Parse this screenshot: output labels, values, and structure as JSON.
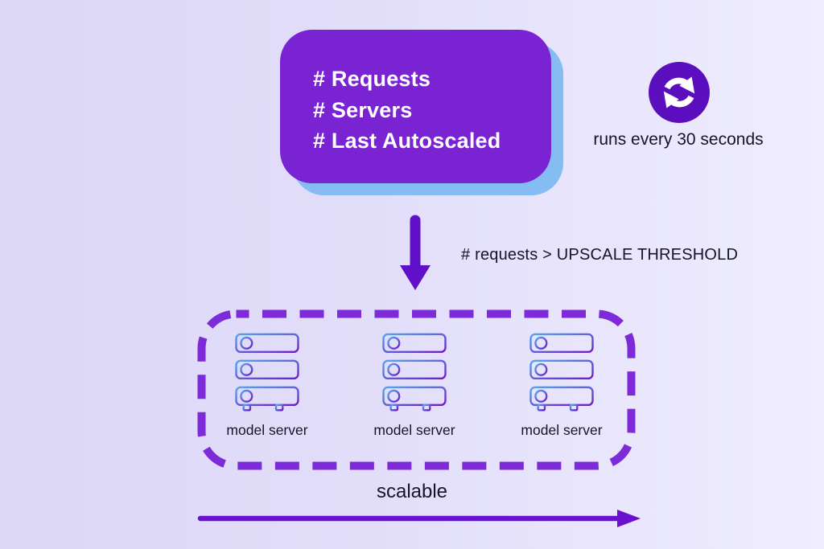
{
  "metrics_box": {
    "lines": [
      "# Requests",
      "# Servers",
      "# Last Autoscaled"
    ],
    "bg_color": "#7a23d3",
    "shadow_color": "#85bdf2",
    "text_color": "#ffffff"
  },
  "scheduler": {
    "icon": "refresh-icon",
    "icon_bg_color": "#5b0ebe",
    "label": "runs every 30 seconds"
  },
  "flow": {
    "icon": "down-arrow-icon",
    "arrow_color": "#5f10c8",
    "condition_label": "# requests > UPSCALE THRESHOLD"
  },
  "server_pool": {
    "border_color": "#7d2bd8",
    "icon": "server-stack-icon",
    "icon_gradient": [
      "#55a5ee",
      "#6e1ec6"
    ],
    "servers": [
      {
        "label": "model server"
      },
      {
        "label": "model server"
      },
      {
        "label": "model server"
      }
    ]
  },
  "scale_axis": {
    "label": "scalable",
    "icon": "right-arrow-icon",
    "arrow_color": "#6911ce"
  },
  "background": {
    "gradient_start": "#dbd7f5",
    "gradient_end": "#efedfe"
  },
  "text_color": "#17132b"
}
